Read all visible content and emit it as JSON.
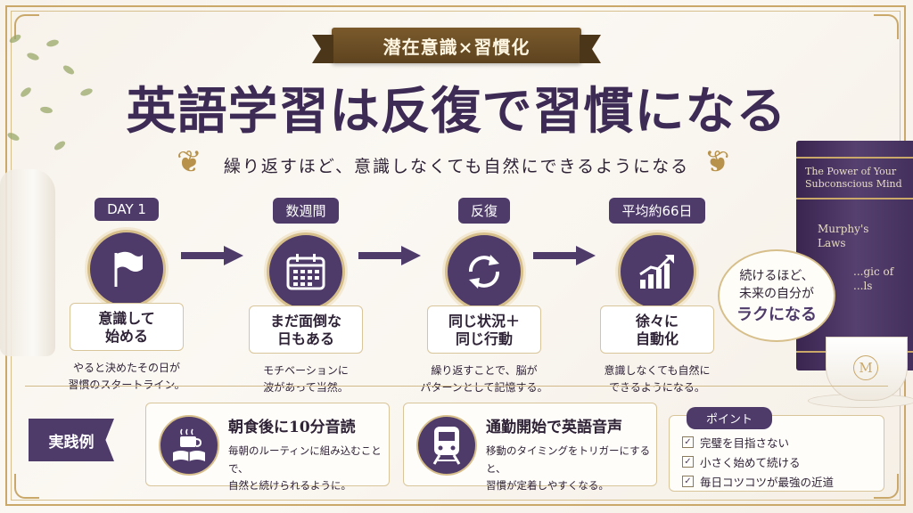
{
  "ribbon": "潜在意識×習慣化",
  "title": "英語学習は反復で習慣になる",
  "subtitle": "繰り返すほど、意識しなくても自然にできるようになる",
  "steps": [
    {
      "tag": "DAY 1",
      "icon": "flag-icon",
      "box": [
        "意識して",
        "始める"
      ],
      "desc": [
        "やると決めたその日が",
        "習慣のスタートライン。"
      ]
    },
    {
      "tag": "数週間",
      "icon": "calendar-icon",
      "box": [
        "まだ面倒な",
        "日もある"
      ],
      "desc": [
        "モチベーションに",
        "波があって当然。"
      ]
    },
    {
      "tag": "反復",
      "icon": "repeat-icon",
      "box": [
        "同じ状況＋",
        "同じ行動"
      ],
      "desc": [
        "繰り返すことで、脳が",
        "パターンとして記憶する。"
      ]
    },
    {
      "tag": "平均約66日",
      "icon": "growth-chart-icon",
      "box": [
        "徐々に",
        "自動化"
      ],
      "desc": [
        "意識しなくても自然に",
        "できるようになる。"
      ]
    }
  ],
  "books": {
    "title1": "The Power of Your",
    "title2": "Subconscious Mind",
    "title3": "Murphy's",
    "title4": "Laws",
    "title5": "...gic of",
    "title6": "...ls"
  },
  "badge": [
    "続けるほど、",
    "未来の自分が",
    "ラクになる"
  ],
  "cup_monogram": "M",
  "practice_label": "実践例",
  "practice_cards": [
    {
      "icon": "reading-coffee-icon",
      "title": "朝食後に10分音読",
      "desc": [
        "毎朝のルーティンに組み込むことで、",
        "自然と続けられるように。"
      ]
    },
    {
      "icon": "train-icon",
      "title": "通勤開始で英語音声",
      "desc": [
        "移動のタイミングをトリガーにすると、",
        "習慣が定着しやすくなる。"
      ]
    }
  ],
  "points": {
    "label": "ポイント",
    "items": [
      "完璧を目指さない",
      "小さく始めて続ける",
      "毎日コツコツが最強の近道"
    ]
  },
  "colors": {
    "accent": "#4e3b6a",
    "gold": "#c9a86a",
    "background": "#f7f2ea"
  }
}
